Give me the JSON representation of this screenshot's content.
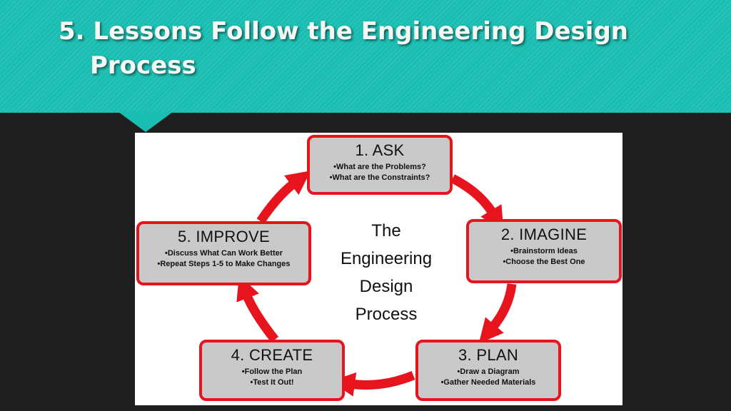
{
  "slide": {
    "title_line1": "5. Lessons Follow the Engineering Design",
    "title_line2": "Process"
  },
  "diagram": {
    "center_lines": [
      "The",
      "Engineering",
      "Design",
      "Process"
    ],
    "steps": [
      {
        "title": "1.  ASK",
        "bullets": [
          "What are the Problems?",
          "What are the Constraints?"
        ]
      },
      {
        "title": "2. IMAGINE",
        "bullets": [
          "Brainstorm Ideas",
          "Choose the Best One"
        ]
      },
      {
        "title": "3. PLAN",
        "bullets": [
          "Draw a Diagram",
          "Gather Needed Materials"
        ]
      },
      {
        "title": "4. CREATE",
        "bullets": [
          "Follow the Plan",
          "Test It Out!"
        ]
      },
      {
        "title": "5. IMPROVE",
        "bullets": [
          "Discuss What Can Work Better",
          "Repeat Steps 1-5 to Make Changes"
        ]
      }
    ],
    "colors": {
      "arrow": "#e8141d",
      "box_fill": "#c9c9c9",
      "box_border": "#e8141d",
      "header_teal": "#19bdb1",
      "background": "#1f1f1f"
    }
  }
}
